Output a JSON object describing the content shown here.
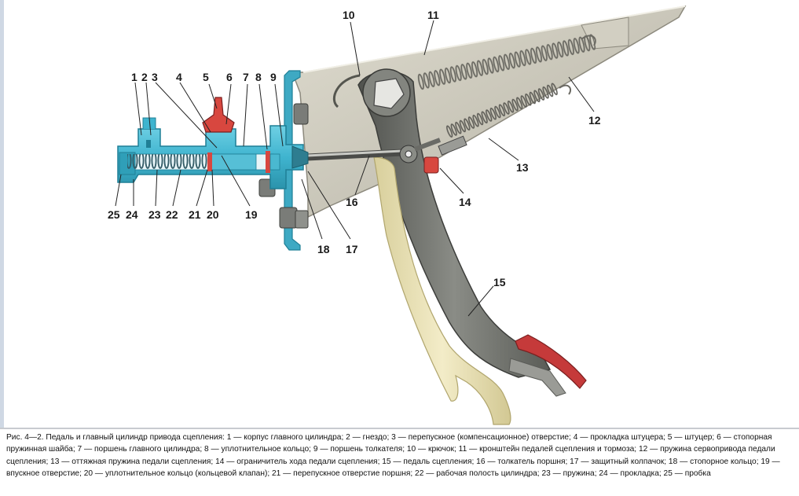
{
  "callouts": {
    "n1": "1",
    "n2": "2",
    "n3": "3",
    "n4": "4",
    "n5": "5",
    "n6": "6",
    "n7": "7",
    "n8": "8",
    "n9": "9",
    "n10": "10",
    "n11": "11",
    "n12": "12",
    "n13": "13",
    "n14": "14",
    "n15": "15",
    "n16": "16",
    "n17": "17",
    "n18": "18",
    "n19": "19",
    "n20": "20",
    "n21": "21",
    "n22": "22",
    "n23": "23",
    "n24": "24",
    "n25": "25"
  },
  "caption": {
    "text": "Рис. 4—2. Педаль и главный цилиндр привода сцепления: 1 — корпус главного цилиндра; 2 — гнездо; 3 — перепускное (компенсационное) отверстие; 4 — прокладка штуцера; 5 — штуцер; 6 — стопорная пружинная шайба; 7 — поршень главного цилиндра; 8 — уплотнительное кольцо; 9 — поршень толкателя; 10 — крючок; 11 — кронштейн педалей сцепления и тормоза; 12 — пружина сервопривода педали сцепления; 13 — оттяжная пружина педали сцепления; 14 — ограничитель хода педали сцепления; 15 — педаль сцепления; 16 — толкатель поршня; 17 — защитный колпачок; 18 — стопорное кольцо; 19 — впускное отверстие; 20 — уплотнительное кольцо (кольцевой клапан); 21 — перепускное отверстие поршня; 22 — рабочая полость цилиндра; 23 — пружина; 24 — прокладка; 25 — пробка"
  },
  "colors": {
    "cylinder": "#3fb4cf",
    "cylinder_dark": "#1f7f96",
    "bracket": "#c9c6b8",
    "pedal": "#6f716c",
    "rod_tan": "#ece3b8",
    "pad_red": "#c53a3a",
    "fitting_red": "#d8473f"
  }
}
